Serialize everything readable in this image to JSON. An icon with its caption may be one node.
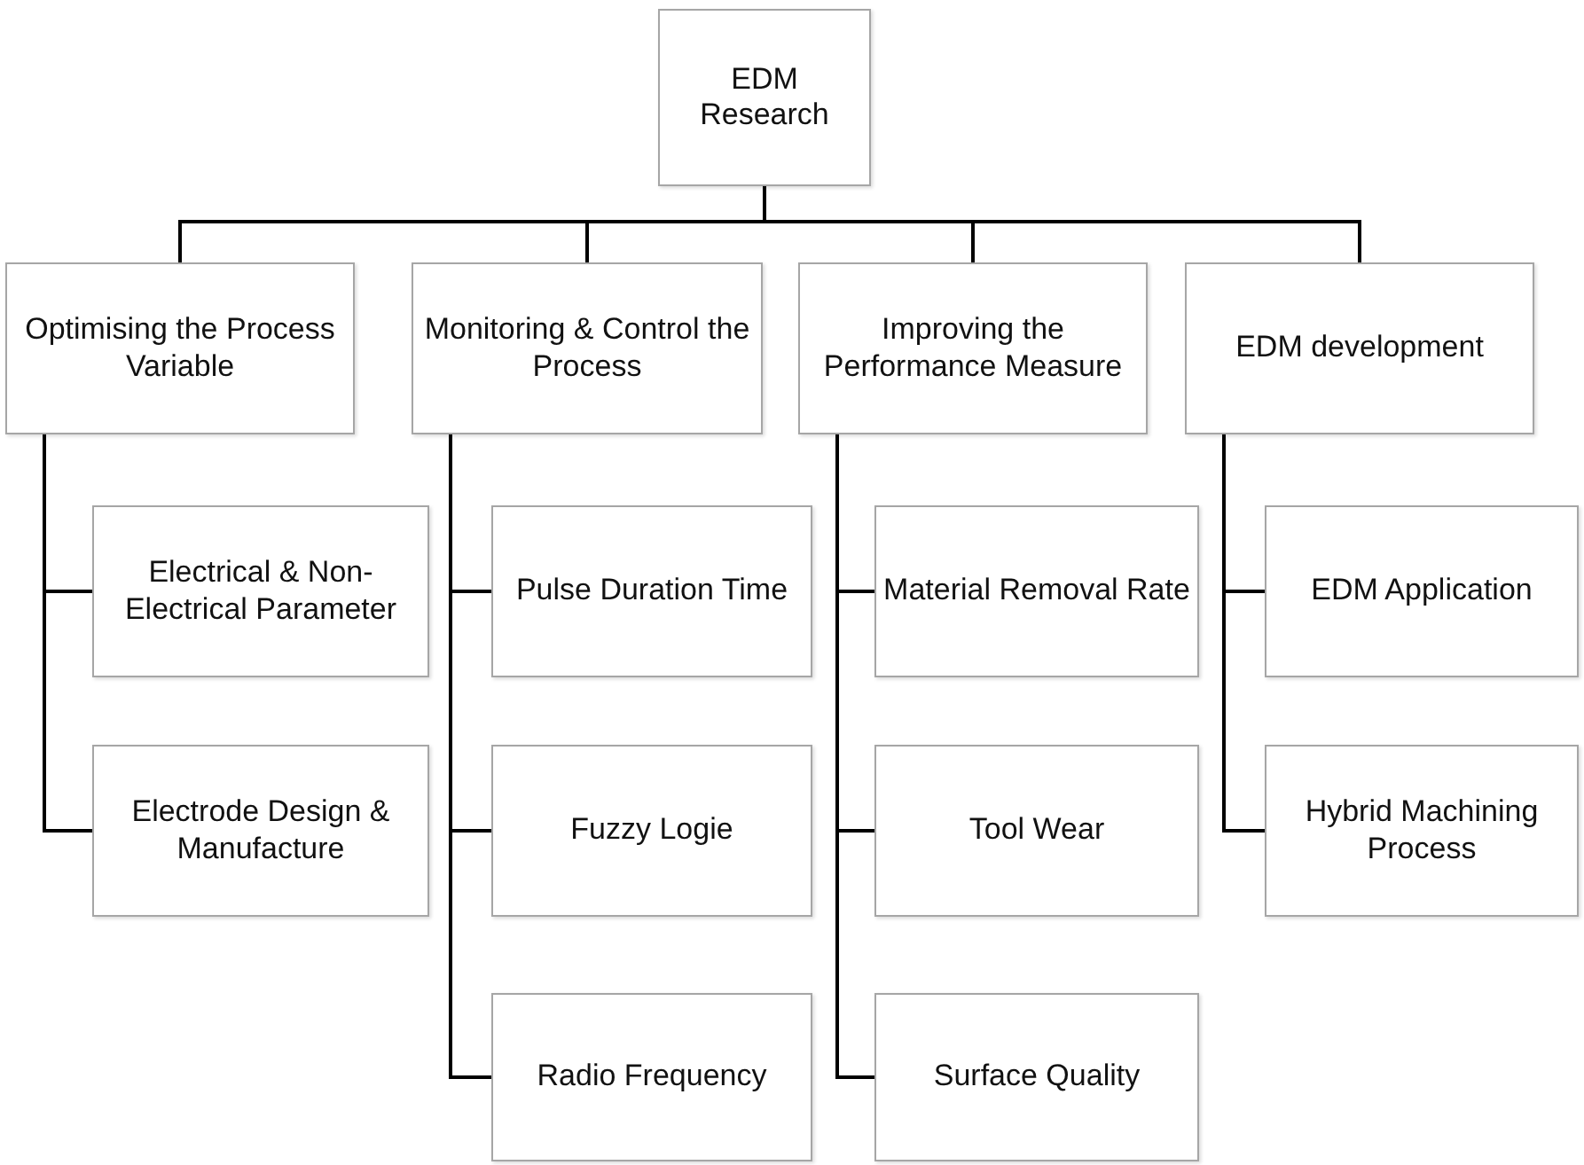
{
  "diagram": {
    "nodes": [
      {
        "text": [
          "EDM Research"
        ]
      },
      {
        "text": [
          "Optimising the Process Variable"
        ]
      },
      {
        "text": [
          "Monitoring & Control the Process"
        ]
      },
      {
        "text": [
          "Improving the Performance Measure"
        ]
      },
      {
        "text": [
          "EDM development"
        ]
      },
      {
        "text": [
          "Electrical & Non-Electrical Parameter"
        ]
      },
      {
        "text": [
          "Electrode Design & Manufacture"
        ]
      },
      {
        "text": [
          "Pulse Duration Time"
        ]
      },
      {
        "text": [
          "Fuzzy Logie"
        ]
      },
      {
        "text": [
          "Radio Frequency"
        ]
      },
      {
        "text": [
          "Material Removal Rate"
        ]
      },
      {
        "text": [
          "Tool Wear"
        ]
      },
      {
        "text": [
          "Surface Quality"
        ]
      },
      {
        "text": [
          "EDM Application"
        ]
      },
      {
        "text": [
          "Hybrid Machining Process"
        ]
      }
    ],
    "edges": [
      {
        "from": 0,
        "to": 1,
        "arrow": "none"
      },
      {
        "from": 0,
        "to": 2,
        "arrow": "none"
      },
      {
        "from": 0,
        "to": 3,
        "arrow": "none"
      },
      {
        "from": 0,
        "to": 4,
        "arrow": "none"
      },
      {
        "from": 1,
        "to": 5,
        "arrow": "none"
      },
      {
        "from": 1,
        "to": 6,
        "arrow": "none"
      },
      {
        "from": 2,
        "to": 7,
        "arrow": "none"
      },
      {
        "from": 2,
        "to": 8,
        "arrow": "none"
      },
      {
        "from": 2,
        "to": 9,
        "arrow": "none"
      },
      {
        "from": 3,
        "to": 10,
        "arrow": "none"
      },
      {
        "from": 3,
        "to": 11,
        "arrow": "none"
      },
      {
        "from": 3,
        "to": 12,
        "arrow": "none"
      },
      {
        "from": 4,
        "to": 13,
        "arrow": "none"
      },
      {
        "from": 4,
        "to": 14,
        "arrow": "none"
      }
    ]
  }
}
